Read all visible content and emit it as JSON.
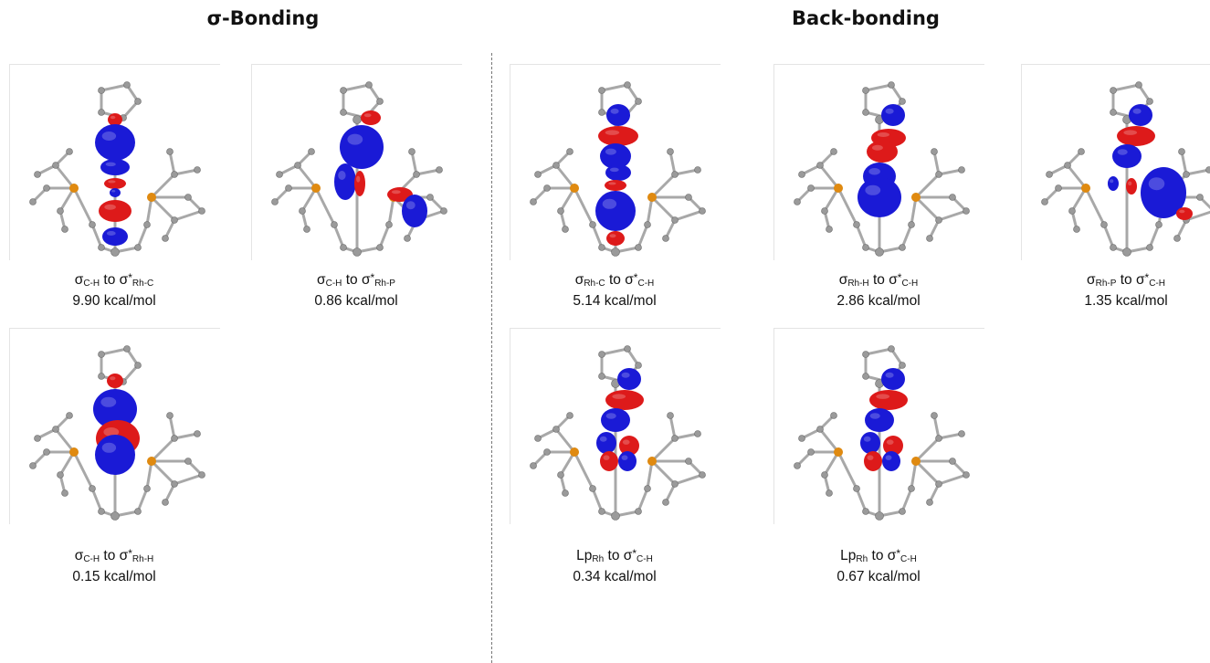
{
  "sections": {
    "sigma_title": "σ-Bonding",
    "back_title": "Back-bonding"
  },
  "colors": {
    "lobe_positive": "#1a1ad6",
    "lobe_negative": "#dd1a1a",
    "phosphorus": "#e08a10",
    "atom": "#9a9a9a"
  },
  "panels": [
    {
      "donor": "σ",
      "donor_sub": "C-H",
      "to": "to",
      "acceptor": "σ",
      "acceptor_sup": "*",
      "acceptor_sub": "Rh-C",
      "energy": "9.90 kcal/mol",
      "variant": "a"
    },
    {
      "donor": "σ",
      "donor_sub": "C-H",
      "to": "to",
      "acceptor": "σ",
      "acceptor_sup": "*",
      "acceptor_sub": "Rh-P",
      "energy": "0.86 kcal/mol",
      "variant": "b"
    },
    {
      "donor": "σ",
      "donor_sub": "C-H",
      "to": "to",
      "acceptor": "σ",
      "acceptor_sup": "*",
      "acceptor_sub": "Rh-H",
      "energy": "0.15 kcal/mol",
      "variant": "c"
    },
    {
      "donor": "σ",
      "donor_sub": "Rh-C",
      "to": "to",
      "acceptor": "σ",
      "acceptor_sup": "*",
      "acceptor_sub": "C-H",
      "energy": "5.14 kcal/mol",
      "variant": "d"
    },
    {
      "donor": "σ",
      "donor_sub": "Rh-H",
      "to": "to",
      "acceptor": "σ",
      "acceptor_sup": "*",
      "acceptor_sub": "C-H",
      "energy": "2.86 kcal/mol",
      "variant": "e"
    },
    {
      "donor": "σ",
      "donor_sub": "Rh-P",
      "to": "to",
      "acceptor": "σ",
      "acceptor_sup": "*",
      "acceptor_sub": "C-H",
      "energy": "1.35 kcal/mol",
      "variant": "f"
    },
    {
      "donor": "Lp",
      "donor_sub": "Rh",
      "to": "to",
      "acceptor": "σ",
      "acceptor_sup": "*",
      "acceptor_sub": "C-H",
      "energy": "0.34 kcal/mol",
      "variant": "g"
    },
    {
      "donor": "Lp",
      "donor_sub": "Rh",
      "to": "to",
      "acceptor": "σ",
      "acceptor_sup": "*",
      "acceptor_sub": "C-H",
      "energy": "0.67 kcal/mol",
      "variant": "g"
    }
  ]
}
